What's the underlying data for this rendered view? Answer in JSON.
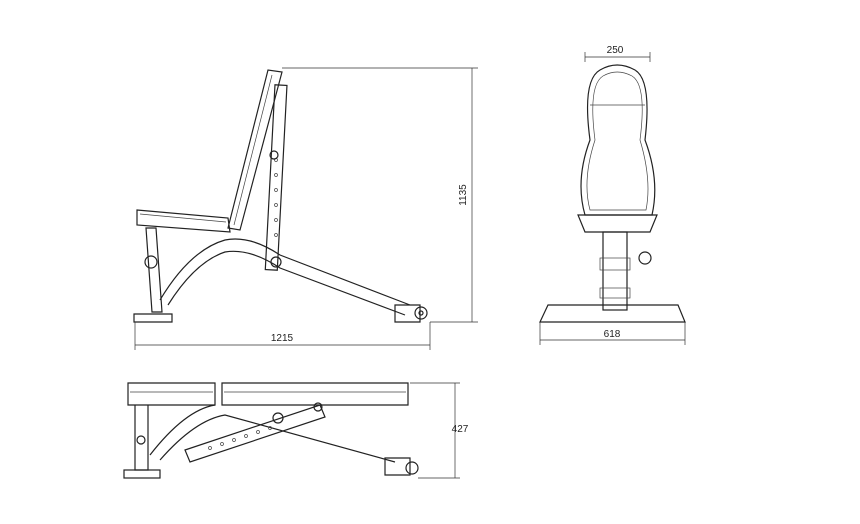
{
  "dimensions": {
    "side_height": "1135",
    "side_length": "1215",
    "front_backrest_width": "250",
    "front_base_width": "618",
    "flat_height": "427"
  }
}
